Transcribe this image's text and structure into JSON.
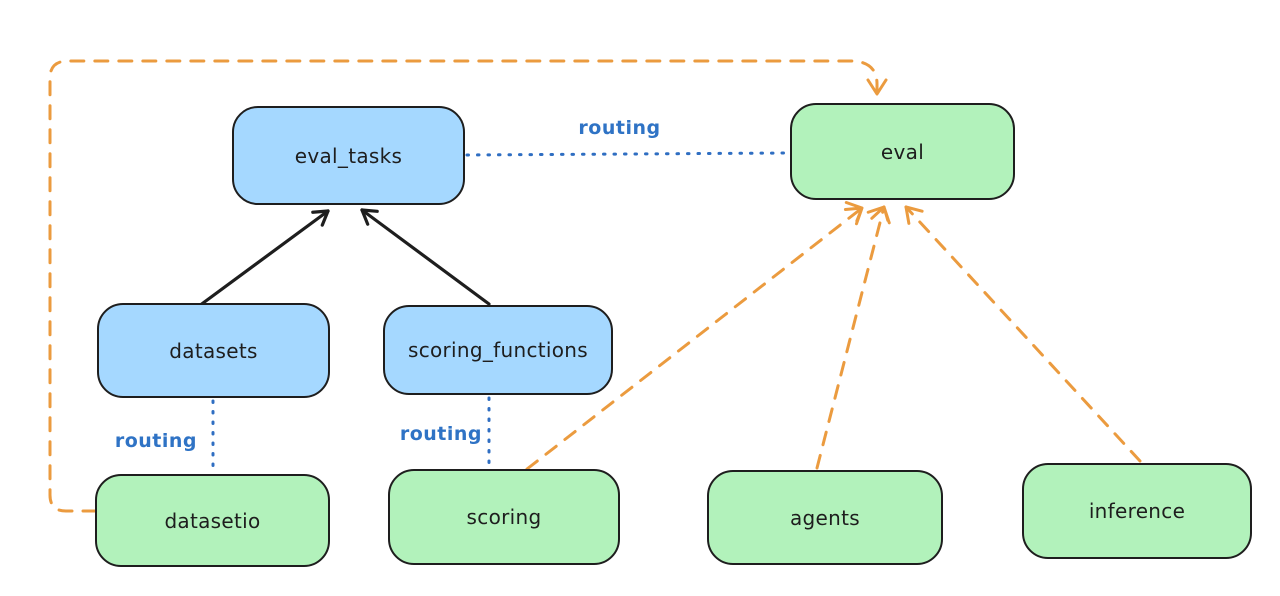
{
  "diagram": {
    "nodes": [
      {
        "id": "eval_tasks",
        "label": "eval_tasks",
        "fill": "#a5d8ff"
      },
      {
        "id": "eval",
        "label": "eval",
        "fill": "#b2f2bb"
      },
      {
        "id": "datasets",
        "label": "datasets",
        "fill": "#a5d8ff"
      },
      {
        "id": "scoring_functions",
        "label": "scoring_functions",
        "fill": "#a5d8ff"
      },
      {
        "id": "datasetio",
        "label": "datasetio",
        "fill": "#b2f2bb"
      },
      {
        "id": "scoring",
        "label": "scoring",
        "fill": "#b2f2bb"
      },
      {
        "id": "agents",
        "label": "agents",
        "fill": "#b2f2bb"
      },
      {
        "id": "inference",
        "label": "inference",
        "fill": "#b2f2bb"
      }
    ],
    "edges": [
      {
        "from": "eval_tasks",
        "to": "eval",
        "style": "dotted",
        "color": "#2f6ec2",
        "label": "routing"
      },
      {
        "from": "datasets",
        "to": "datasetio",
        "style": "dotted",
        "color": "#2f6ec2",
        "label": "routing"
      },
      {
        "from": "scoring_functions",
        "to": "scoring",
        "style": "dotted",
        "color": "#2f6ec2",
        "label": "routing"
      },
      {
        "from": "datasets",
        "to": "eval_tasks",
        "style": "solid-arrow",
        "color": "#1e1e1e"
      },
      {
        "from": "scoring_functions",
        "to": "eval_tasks",
        "style": "solid-arrow",
        "color": "#1e1e1e"
      },
      {
        "from": "datasetio",
        "to": "eval",
        "style": "dashed-arrow",
        "color": "#eb9b3f"
      },
      {
        "from": "scoring",
        "to": "eval",
        "style": "dashed-arrow",
        "color": "#eb9b3f"
      },
      {
        "from": "agents",
        "to": "eval",
        "style": "dashed-arrow",
        "color": "#eb9b3f"
      },
      {
        "from": "inference",
        "to": "eval",
        "style": "dashed-arrow",
        "color": "#eb9b3f"
      }
    ],
    "colors": {
      "background": "#ffffff",
      "node_blue_fill": "#a5d8ff",
      "node_green_fill": "#b2f2bb",
      "node_stroke": "#1e1e1e",
      "routing_blue": "#2f73c5",
      "dashed_orange": "#eb9b3f"
    }
  }
}
